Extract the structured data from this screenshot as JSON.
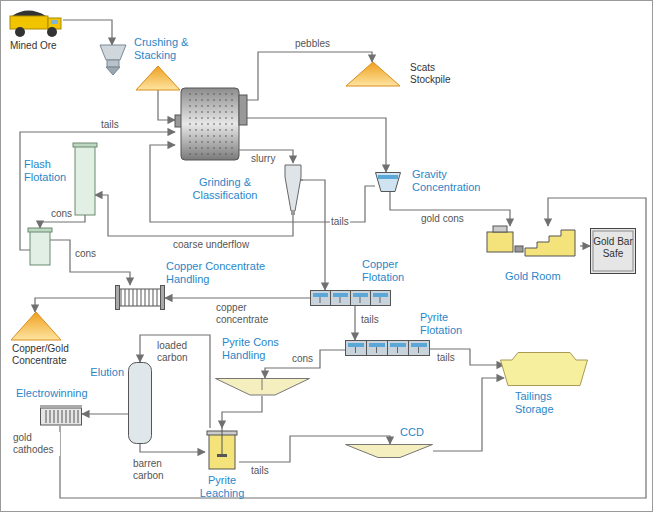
{
  "diagram": {
    "nodes": [
      {
        "text": [
          "Mined Ore"
        ]
      },
      {
        "text": [
          "Crushing & Stacking"
        ]
      },
      {
        "text": [
          "Scats Stockpile"
        ]
      },
      {
        "text": [
          "Grinding & Classification"
        ]
      },
      {
        "text": [
          "Flash Flotation"
        ]
      },
      {
        "text": [
          "Gravity Concentration"
        ]
      },
      {
        "text": [
          "Gold Room"
        ]
      },
      {
        "text": [
          "Gold Bar Safe"
        ]
      },
      {
        "text": [
          "Copper Concentrate Handling"
        ]
      },
      {
        "text": [
          "Copper Flotation"
        ]
      },
      {
        "text": [
          "Copper/Gold Concentrate"
        ]
      },
      {
        "text": [
          "Pyrite Flotation"
        ]
      },
      {
        "text": [
          "Pyrite Cons Handling"
        ]
      },
      {
        "text": [
          "Tailings Storage"
        ]
      },
      {
        "text": [
          "Elution"
        ]
      },
      {
        "text": [
          "Electrowinning"
        ]
      },
      {
        "text": [
          "Pyrite Leaching"
        ]
      },
      {
        "text": [
          "CCD"
        ]
      }
    ],
    "edges": [
      {
        "from": 0,
        "to": 1,
        "arrow": "to"
      },
      {
        "from": 1,
        "to": 3,
        "arrow": "to"
      },
      {
        "from": 3,
        "to": 2,
        "label": "pebbles",
        "arrow": "to"
      },
      {
        "from": 3,
        "to": 5,
        "arrow": "to"
      },
      {
        "from": 5,
        "to": 3,
        "label": "tails",
        "arrow": "to"
      },
      {
        "from": 5,
        "to": 6,
        "label": "gold cons",
        "arrow": "to"
      },
      {
        "from": 6,
        "to": 7,
        "arrow": "to"
      },
      {
        "from": 3,
        "to": 4,
        "label": "coarse underflow",
        "arrow": "to"
      },
      {
        "from": 4,
        "to": 3,
        "label": "tails",
        "arrow": "to"
      },
      {
        "from": 4,
        "to": 8,
        "label": "cons",
        "arrow": "to"
      },
      {
        "from": 3,
        "to": 9,
        "arrow": "to"
      },
      {
        "from": 9,
        "to": 8,
        "label": "copper concentrate",
        "arrow": "to"
      },
      {
        "from": 8,
        "to": 10,
        "arrow": "to"
      },
      {
        "from": 9,
        "to": 11,
        "label": "tails",
        "arrow": "to"
      },
      {
        "from": 11,
        "to": 12,
        "label": "cons",
        "arrow": "to"
      },
      {
        "from": 11,
        "to": 13,
        "label": "tails",
        "arrow": "to"
      },
      {
        "from": 12,
        "to": 16,
        "arrow": "to"
      },
      {
        "from": 16,
        "to": 14,
        "label": "loaded carbon",
        "arrow": "to"
      },
      {
        "from": 14,
        "to": 16,
        "label": "barren carbon",
        "arrow": "to"
      },
      {
        "from": 14,
        "to": 15,
        "arrow": "to"
      },
      {
        "from": 15,
        "to": 6,
        "label": "gold cathodes",
        "arrow": "to"
      },
      {
        "from": 16,
        "to": 17,
        "label": "tails",
        "arrow": "to"
      },
      {
        "from": 17,
        "to": 13,
        "arrow": "to"
      }
    ],
    "labels": [
      "slurry",
      "cons"
    ]
  }
}
